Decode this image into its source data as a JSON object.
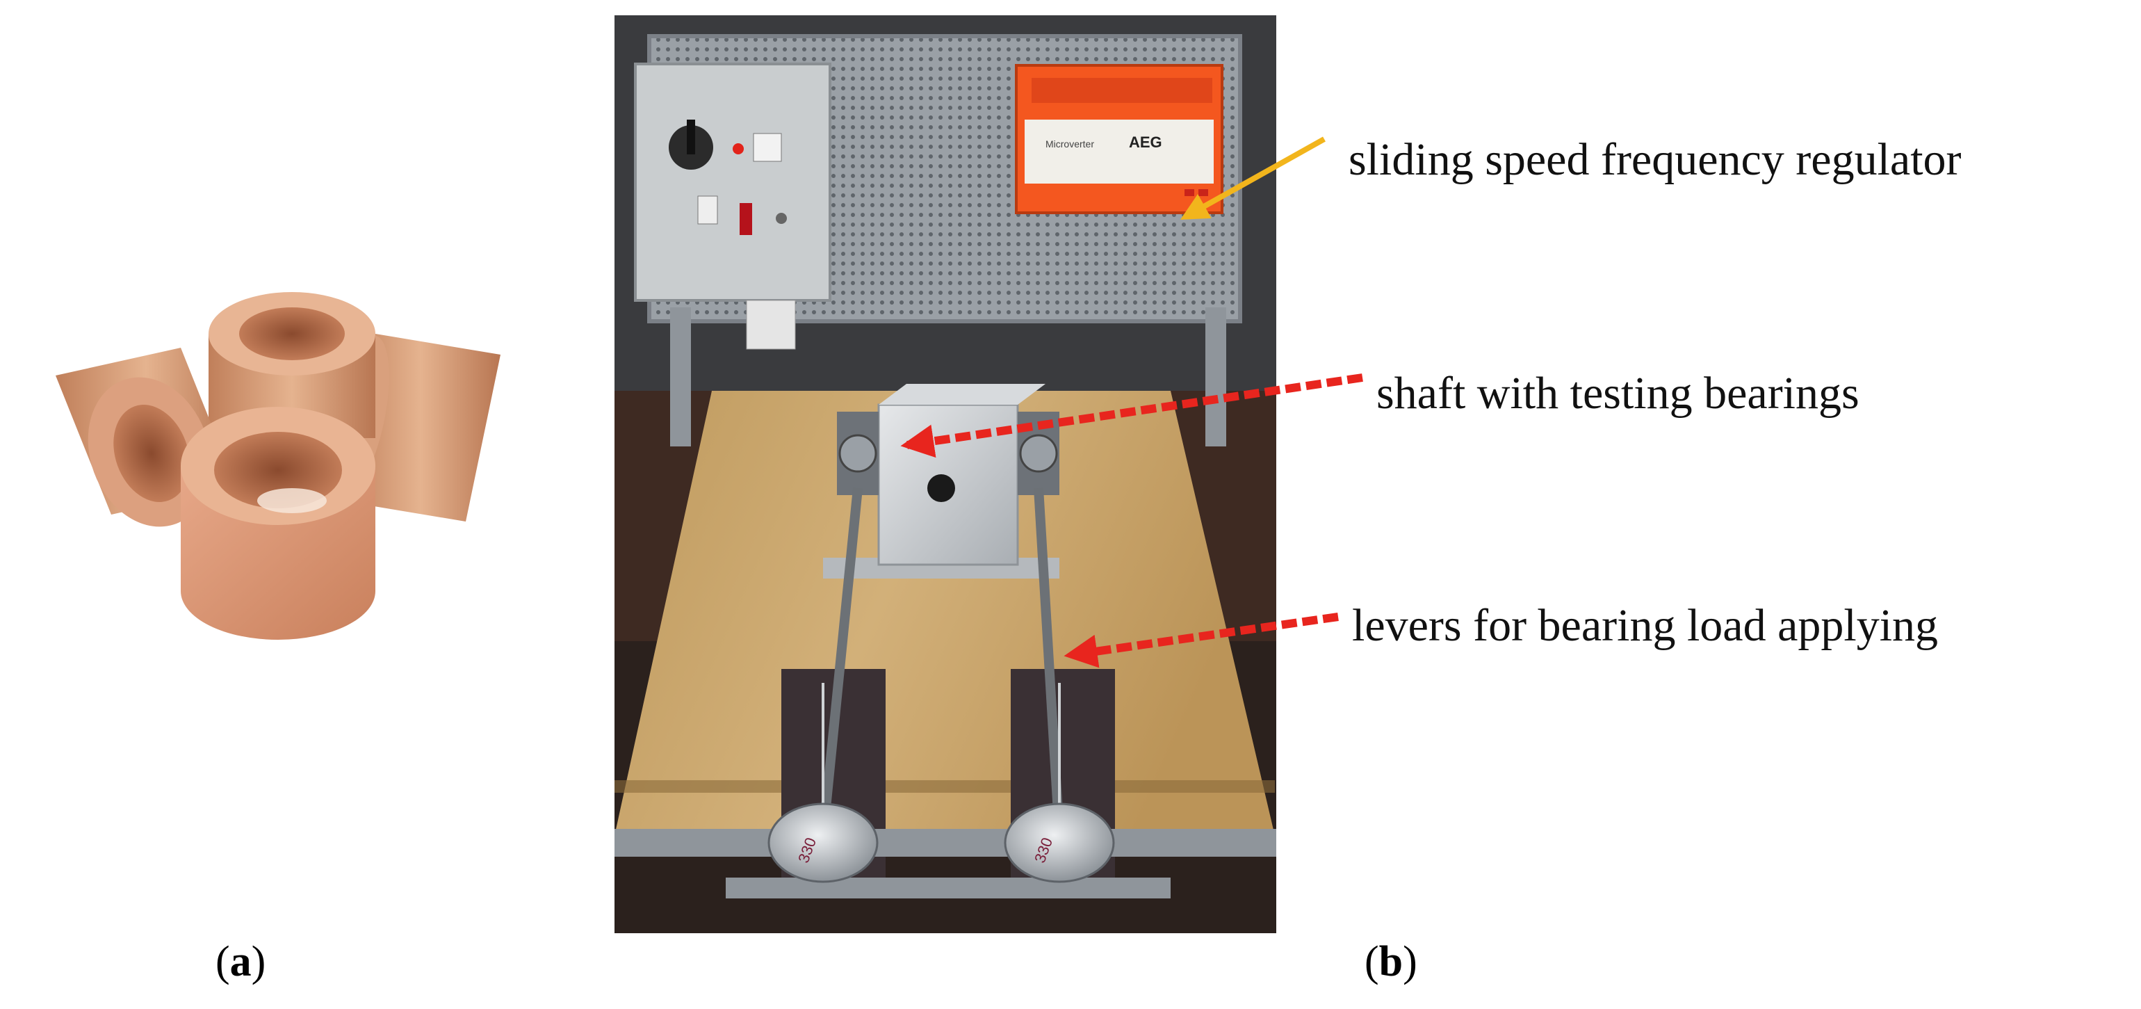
{
  "panels": {
    "a": {
      "open": "(",
      "letter": "a",
      "close": ")"
    },
    "b": {
      "open": "(",
      "letter": "b",
      "close": ")"
    }
  },
  "annotations": {
    "regulator": "sliding speed frequency regulator",
    "shaft": "shaft with testing bearings",
    "levers": "levers for bearing load applying"
  },
  "photo_text": {
    "device_brand": "AEG",
    "device_model": "Microverter",
    "weight_left": "330",
    "weight_right": "330"
  },
  "colors": {
    "yellow_arrow": "#f2b51c",
    "red_arrow": "#e8251e",
    "bronze": "#d69a72",
    "wood": "#c9a46a",
    "device_orange": "#f4571f",
    "frame_grey": "#8f959b"
  }
}
